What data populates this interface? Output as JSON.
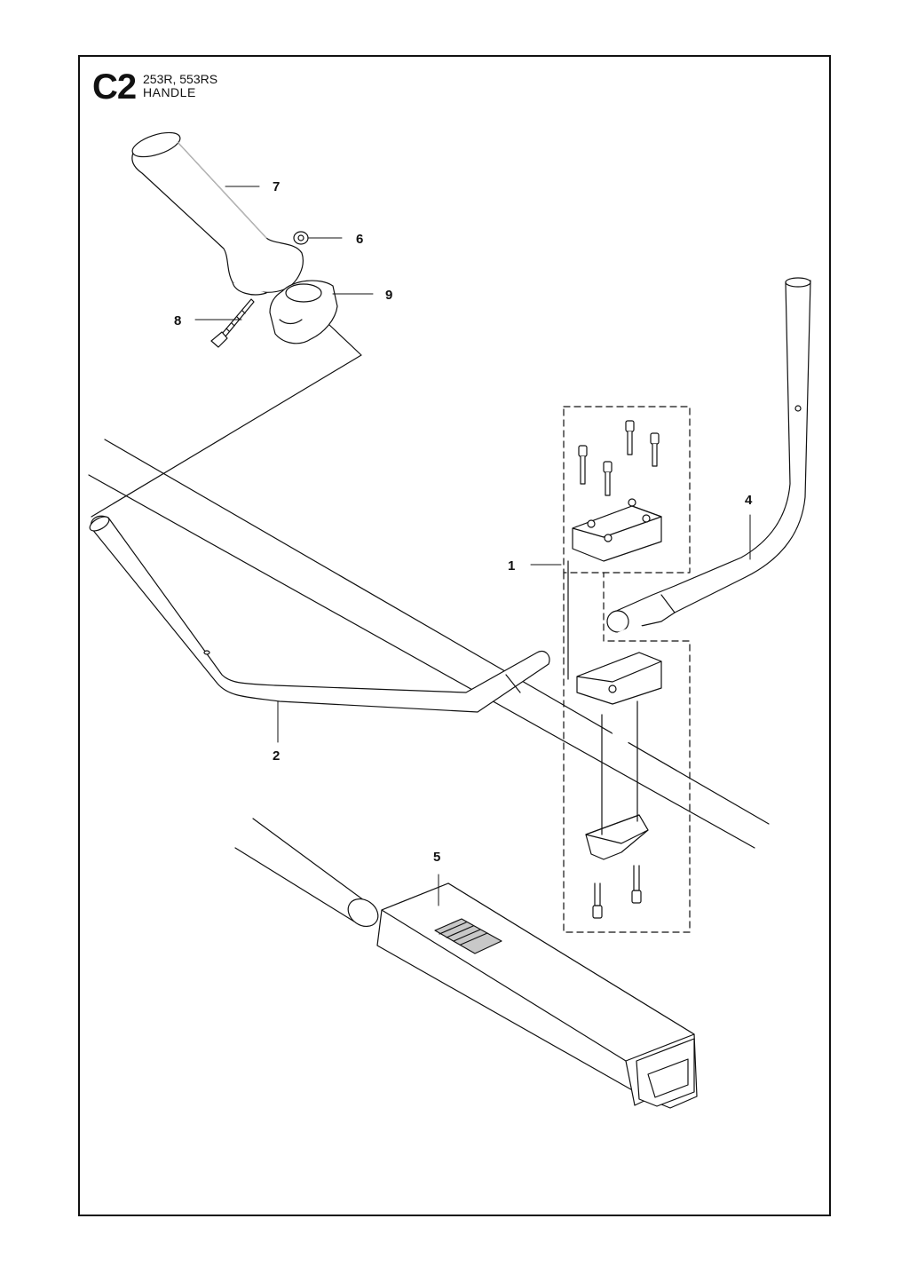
{
  "header": {
    "section_code": "C2",
    "models": "253R, 553RS",
    "title": "HANDLE"
  },
  "callouts": [
    {
      "id": "part-1",
      "number": "1"
    },
    {
      "id": "part-2",
      "number": "2"
    },
    {
      "id": "part-4",
      "number": "4"
    },
    {
      "id": "part-5",
      "number": "5"
    },
    {
      "id": "part-6",
      "number": "6"
    },
    {
      "id": "part-7",
      "number": "7"
    },
    {
      "id": "part-8",
      "number": "8"
    },
    {
      "id": "part-9",
      "number": "9"
    }
  ],
  "colors": {
    "line": "#111111",
    "shade": "#c8c8c8",
    "background": "#ffffff"
  }
}
